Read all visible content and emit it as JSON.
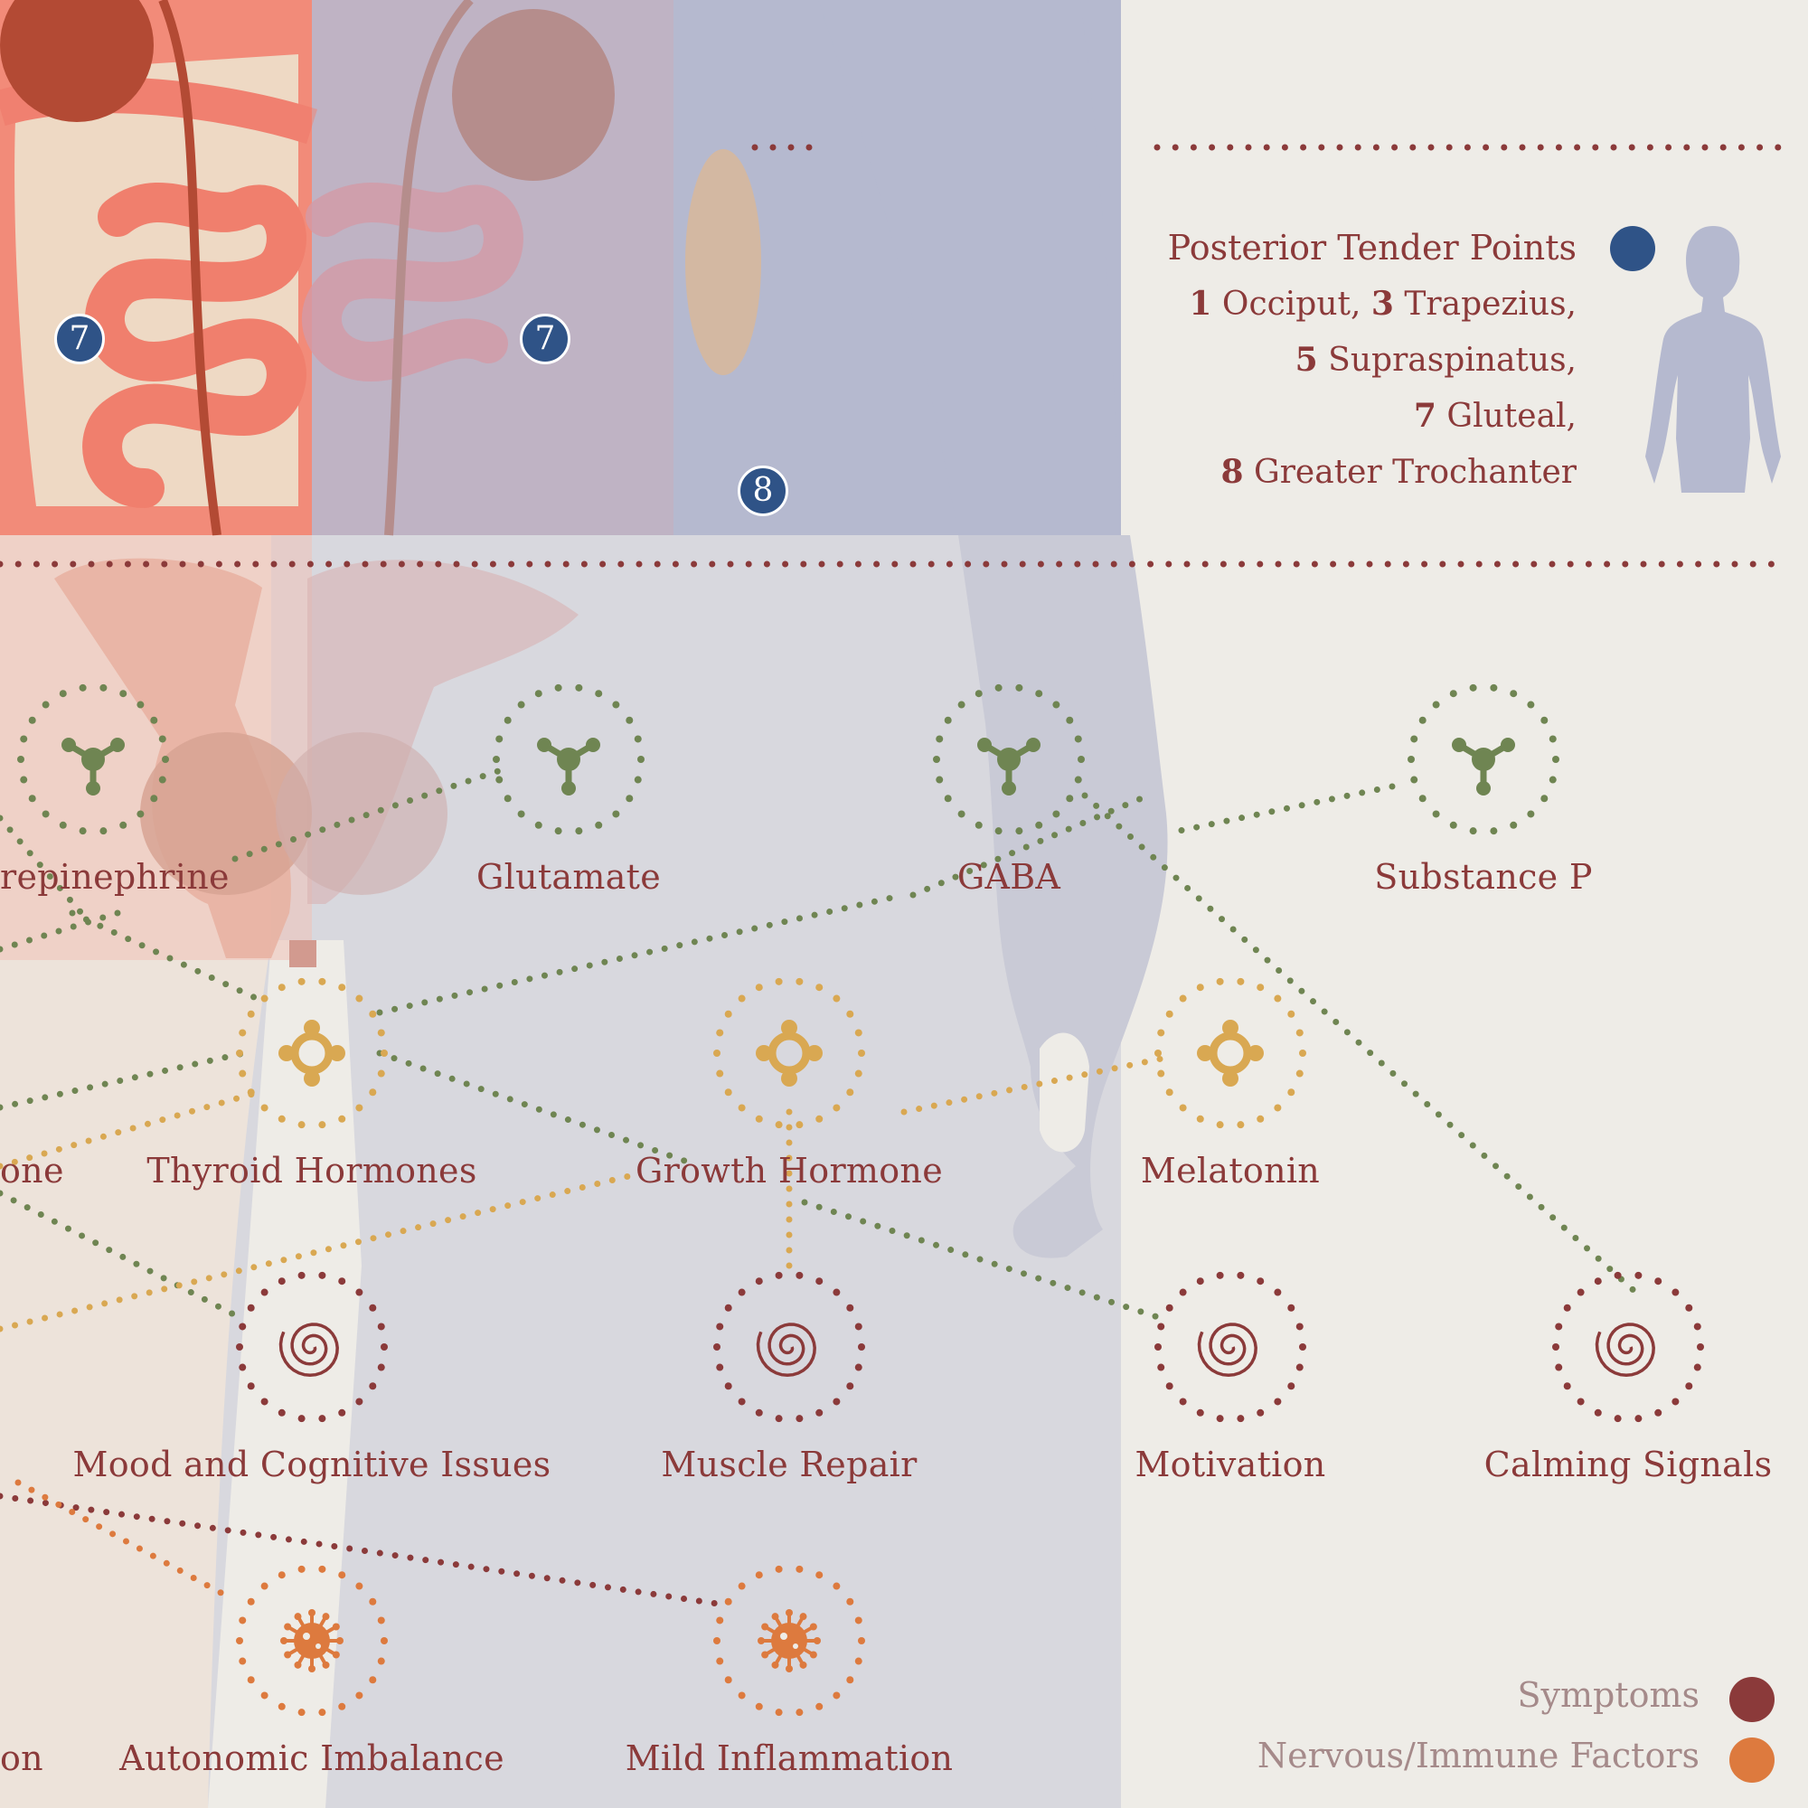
{
  "tender_points": {
    "title": "Posterior Tender Points",
    "lines": [
      {
        "n1": "1",
        "t1": " Occiput, ",
        "n2": "3",
        "t2": " Trapezius,"
      },
      {
        "n1": "5",
        "t1": " Supraspinatus,",
        "n2": "",
        "t2": ""
      },
      {
        "n1": "7",
        "t1": " Gluteal,",
        "n2": "",
        "t2": ""
      },
      {
        "n1": "8",
        "t1": " Greater Trochanter",
        "n2": "",
        "t2": ""
      }
    ],
    "marker_color": "#2f5387"
  },
  "badges": [
    "7",
    "7",
    "8"
  ],
  "neurotransmitters": [
    "repinephrine",
    "Glutamate",
    "GABA",
    "Substance P"
  ],
  "hormones": [
    "one",
    "Thyroid Hormones",
    "Growth Hormone",
    "Melatonin"
  ],
  "symptoms": [
    "Mood and Cognitive Issues",
    "Muscle Repair",
    "Motivation",
    "Calming Signals"
  ],
  "factors": [
    "on",
    "Autonomic Imbalance",
    "Mild Inflammation"
  ],
  "legend": {
    "symptoms": "Symptoms",
    "factors": "Nervous/Immune Factors",
    "symptoms_color": "#8b3a3a",
    "factors_color": "#dd7a3e"
  },
  "colors": {
    "neurotransmitter": "#6f8552",
    "hormone": "#d9a852",
    "symptom": "#8b3a3a",
    "factor": "#dd7a3e",
    "text": "#8b3a3a"
  }
}
